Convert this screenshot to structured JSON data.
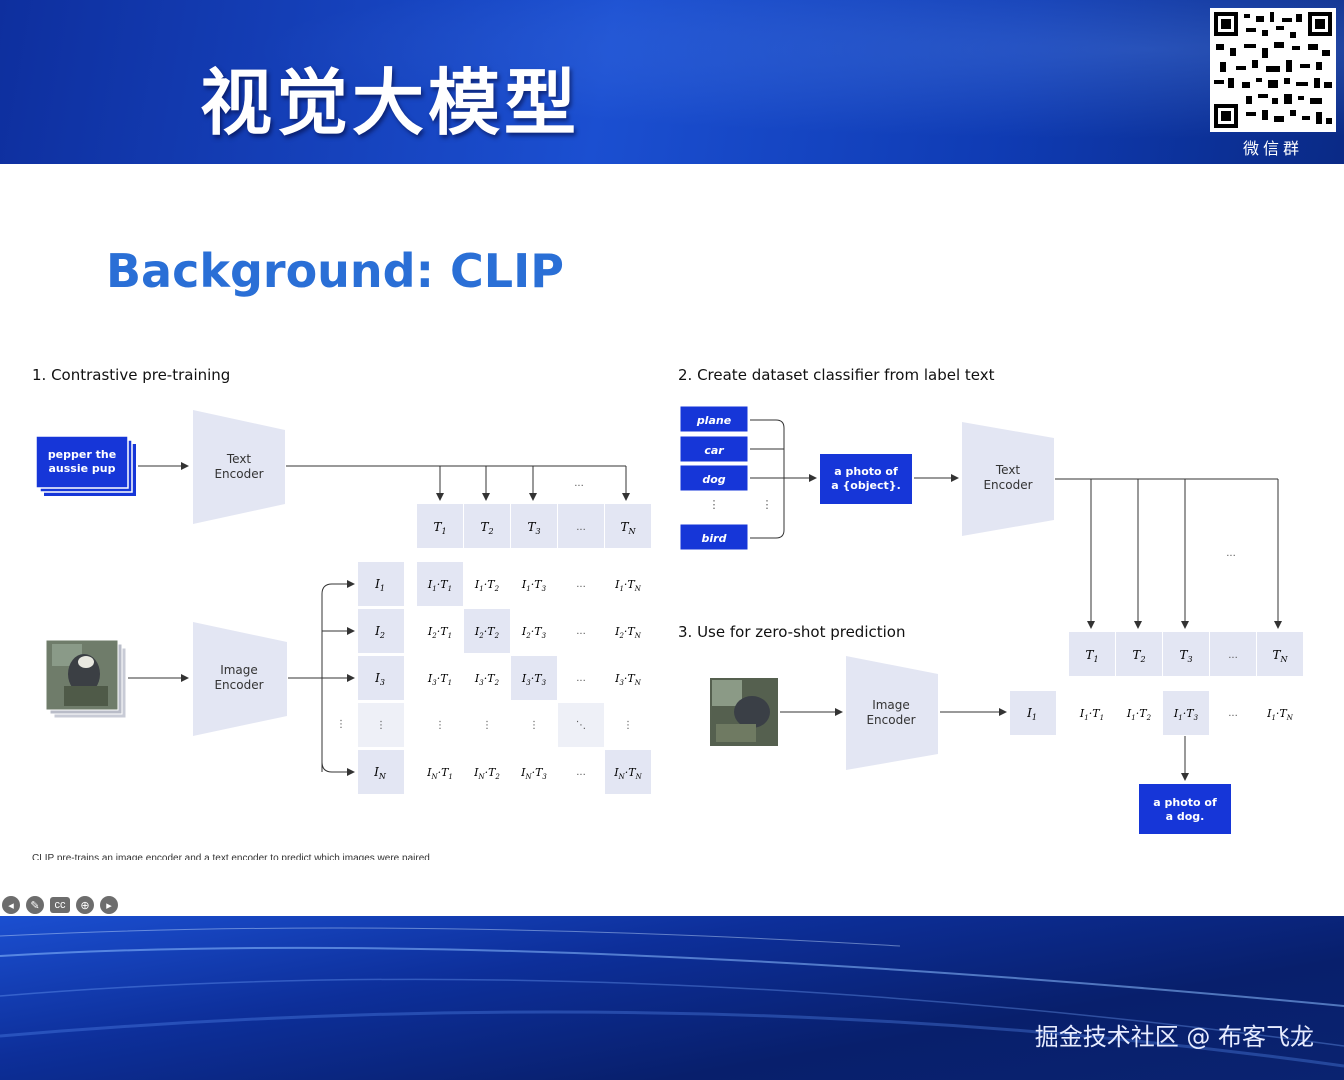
{
  "header": {
    "title": "视觉大模型",
    "qr_label": "微信群"
  },
  "slide": {
    "title": "Background: CLIP",
    "caption": "CLIP pre-trains an image encoder and a text encoder to predict which images were paired",
    "section1": {
      "title": "1. Contrastive pre-training",
      "text_input": "pepper the aussie pup",
      "text_encoder": "Text Encoder",
      "image_encoder": "Image Encoder",
      "text_tokens": [
        "T1",
        "T2",
        "T3",
        "...",
        "TN"
      ],
      "image_tokens": [
        "I1",
        "I2",
        "I3",
        "⋮",
        "IN"
      ]
    },
    "section2": {
      "title": "2. Create dataset classifier from label text",
      "labels": [
        "plane",
        "car",
        "dog",
        "bird"
      ],
      "template": "a photo of a {object}.",
      "text_encoder": "Text Encoder"
    },
    "section3": {
      "title": "3. Use for zero-shot prediction",
      "image_encoder": "Image Encoder",
      "result": "a photo of a dog."
    }
  },
  "footer": {
    "watermark": "掘金技术社区 @ 布客飞龙"
  },
  "colors": {
    "accent": "#1636d8",
    "encoder": "#e3e6f3",
    "grid": "#eef0f7",
    "title_blue": "#2a6fd6"
  }
}
